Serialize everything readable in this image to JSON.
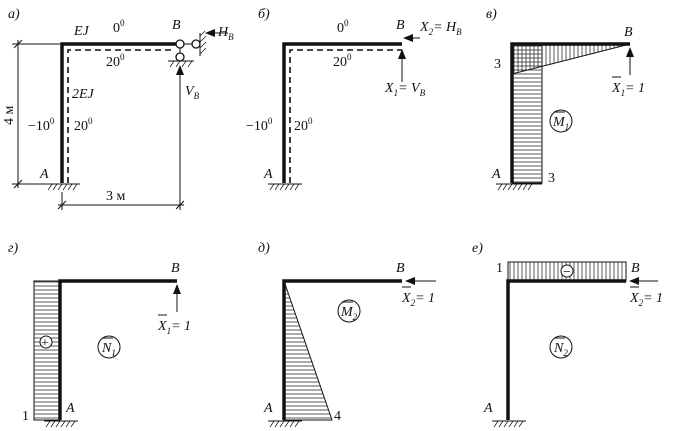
{
  "panels": [
    {
      "letter": "а)",
      "rigidity_beam": "EJ",
      "rigidity_column": "2EJ",
      "temp_top": "0",
      "temp_beam_in": "20",
      "temp_col_out": "−10",
      "temp_col_in": "20",
      "node_B": "B",
      "node_A": "A",
      "force_H": "H",
      "force_H_sub": "B",
      "force_V": "V",
      "force_V_sub": "B",
      "dim_height": "4 м",
      "dim_width": "3 м"
    },
    {
      "letter": "б)",
      "temp_top": "0",
      "temp_beam_in": "20",
      "temp_col_out": "−10",
      "temp_col_in": "20",
      "node_B": "B",
      "node_A": "A",
      "x2_label": "X",
      "x2_sub": "2",
      "x2_eq": "= H",
      "x2_eq_sub": "B",
      "x1_label": "X",
      "x1_sub": "1",
      "x1_eq": "= V",
      "x1_eq_sub": "B"
    },
    {
      "letter": "в)",
      "node_B": "B",
      "node_A": "A",
      "value_top": "3",
      "value_bottom": "3",
      "load": "X",
      "load_sub": "1",
      "load_eq": "= 1",
      "diagram_name": "M",
      "diagram_sub": "1"
    },
    {
      "letter": "г)",
      "node_B": "B",
      "node_A": "A",
      "value_bottom": "1",
      "sign": "+",
      "load": "X",
      "load_sub": "1",
      "load_eq": "= 1",
      "diagram_name": "N",
      "diagram_sub": "1"
    },
    {
      "letter": "д)",
      "node_B": "B",
      "node_A": "A",
      "value_bottom": "4",
      "load": "X",
      "load_sub": "2",
      "load_eq": "= 1",
      "diagram_name": "M",
      "diagram_sub": "2"
    },
    {
      "letter": "е)",
      "node_B": "B",
      "node_A": "A",
      "value_top": "1",
      "sign": "−",
      "load": "X",
      "load_sub": "2",
      "load_eq": "= 1",
      "diagram_name": "N",
      "diagram_sub": "2"
    }
  ],
  "degree_symbol": "0"
}
